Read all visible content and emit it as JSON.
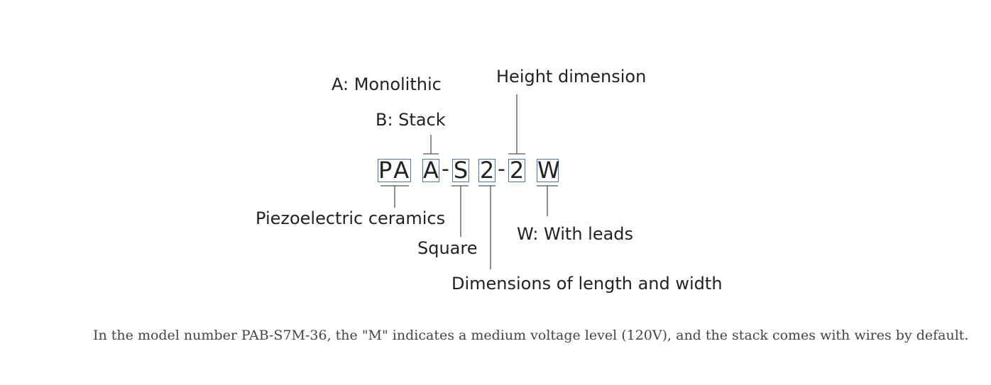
{
  "code_parts": [
    "PA",
    "A",
    "-",
    "S",
    "2",
    "-",
    "2",
    "W"
  ],
  "labels": {
    "monolithic": "A: Monolithic",
    "stack": "B: Stack",
    "height": "Height dimension",
    "piezo": "Piezoelectric ceramics",
    "square": "Square",
    "with_leads": "W: With leads",
    "dimensions": "Dimensions of length and width"
  },
  "note": "In the model number PAB-S7M-36, the \"M\" indicates a medium voltage level (120V), and the stack comes with wires by default.",
  "colors": {
    "box": "#3a78c2",
    "line": "#555555"
  }
}
